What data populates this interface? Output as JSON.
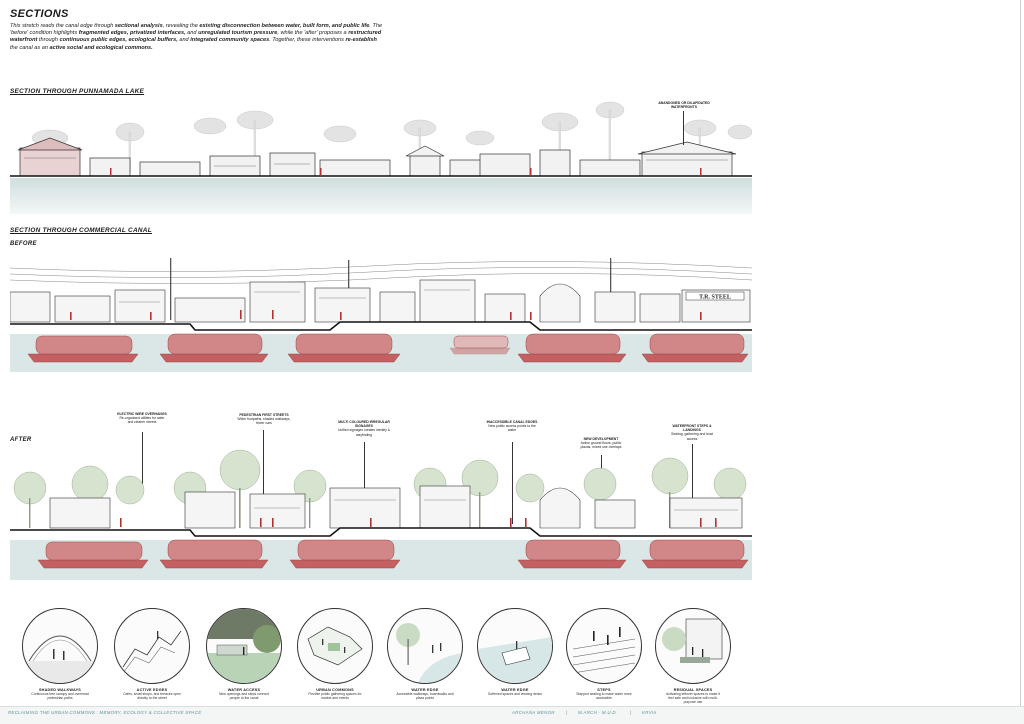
{
  "page": {
    "title": "SECTIONS",
    "intro_parts": [
      {
        "t": "This stretch reads the canal edge through ",
        "b": false
      },
      {
        "t": "sectional analysis",
        "b": true
      },
      {
        "t": ", revealing the ",
        "b": false
      },
      {
        "t": "existing disconnection between water, built form, and public life",
        "b": true
      },
      {
        "t": ". The 'before' condition highlights ",
        "b": false
      },
      {
        "t": "fragmented edges, privatized interfaces,",
        "b": true
      },
      {
        "t": " and ",
        "b": false
      },
      {
        "t": "unregulated tourism pressure",
        "b": true
      },
      {
        "t": ", while the 'after' proposes a ",
        "b": false
      },
      {
        "t": "restructured waterfront",
        "b": true
      },
      {
        "t": " through ",
        "b": false
      },
      {
        "t": "continuous public edges, ecological buffers,",
        "b": true
      },
      {
        "t": " and ",
        "b": false
      },
      {
        "t": "integrated community spaces",
        "b": true
      },
      {
        "t": ". Together, these interventions ",
        "b": false
      },
      {
        "t": "re-establish",
        "b": true
      },
      {
        "t": " the canal as an ",
        "b": false
      },
      {
        "t": "active social and ecological commons.",
        "b": true
      }
    ]
  },
  "sections": {
    "lake_heading": "SECTION THROUGH PUNNAMADA LAKE",
    "lake_callout": "ABANDONED OR DILAPIDATED WATERFRONTS",
    "canal_heading": "SECTION THROUGH COMMERCIAL CANAL",
    "before_label": "BEFORE",
    "after_label": "AFTER",
    "shop_sign": "T.R. STEEL"
  },
  "callouts": [
    {
      "title": "ELECTRIC WIRE OVERHANGS",
      "desc": "Re-organised utilities for safer and cleaner streets"
    },
    {
      "title": "PEDESTRIAN FIRST STREETS",
      "desc": "Wider footpaths, shaded walkways, fewer cars"
    },
    {
      "title": "MULTI COLOURED IRREGULAR SIGNAGES",
      "desc": "Unified signages creates identity & wayfinding"
    },
    {
      "title": "INACCESSIBLE CANAL EDGES",
      "desc": "New public access points to the water"
    },
    {
      "title": "NEW DEVELOPMENT",
      "desc": "Active ground floors, public plazas, mixed use overlaps"
    },
    {
      "title": "WATERFRONT STEPS & LANDINGS",
      "desc": "Seating, gathering and boat access"
    }
  ],
  "vignettes": [
    {
      "title": "SHADED WALKWAYS",
      "desc": "Continuous tree canopy and overhead pedestrian paths"
    },
    {
      "title": "ACTIVE EDGES",
      "desc": "Cafes, small shops, and terraces open directly to the street"
    },
    {
      "title": "WATER ACCESS",
      "desc": "New openings and steps connect people to the canal"
    },
    {
      "title": "URBAN COMMONS",
      "desc": "Flexible public gathering spaces for market and events"
    },
    {
      "title": "WATER EDGE",
      "desc": "Accessible walkways, boardwalks and plaza points"
    },
    {
      "title": "WATER EDGE",
      "desc": "Softened spaces and viewing decks"
    },
    {
      "title": "STEPS",
      "desc": "Stepped seating to make water more accessible"
    },
    {
      "title": "RESIDUAL SPACES",
      "desc": "Activating leftover spaces to make it feel safe and inclusive with multi-purpose use"
    }
  ],
  "footer": {
    "left": "RECLAIMING THE URBAN COMMONS : MEMORY, ECOLOGY & COLLECTIVE SPACE",
    "author": "ARCHANA MENON",
    "sep": "|",
    "program": "M.ARCH - M.U.D",
    "sep2": "|",
    "school": "KRVIA"
  },
  "colors": {
    "boat": "#c0494a",
    "water": "#dbe7e7",
    "accent": "#b03232",
    "footer_text": "#5c8f95"
  }
}
